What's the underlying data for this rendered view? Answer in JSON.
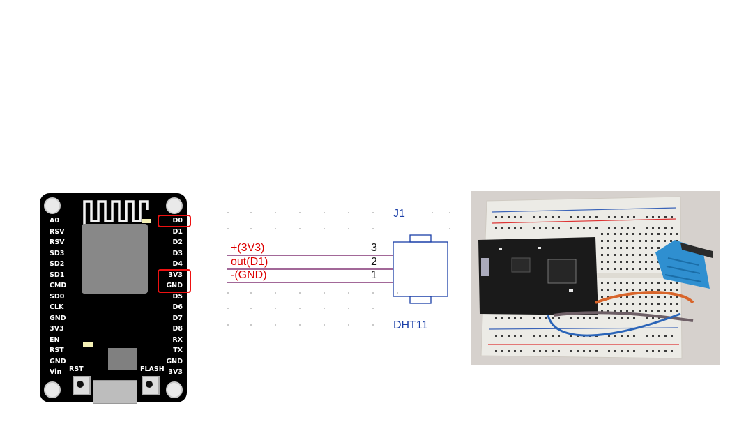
{
  "board": {
    "left_pins": [
      "A0",
      "RSV",
      "RSV",
      "SD3",
      "SD2",
      "SD1",
      "CMD",
      "SD0",
      "CLK",
      "GND",
      "3V3",
      "EN",
      "RST",
      "GND",
      "Vin"
    ],
    "right_pins": [
      "D0",
      "D1",
      "D2",
      "D3",
      "D4",
      "3V3",
      "GND",
      "D5",
      "D6",
      "D7",
      "D8",
      "RX",
      "TX",
      "GND",
      "3V3"
    ],
    "highlighted_pins": [
      "D0",
      "3V3",
      "GND"
    ],
    "buttons": {
      "rst_label": "RST",
      "flash_label": "FLASH"
    },
    "colors": {
      "board": "#000000",
      "highlight": "#e11111"
    }
  },
  "schematic": {
    "ref": "J1",
    "part": "DHT11",
    "pins": [
      {
        "label": "+(3V3)",
        "number": "3"
      },
      {
        "label": "out(D1)",
        "number": "2"
      },
      {
        "label": "-(GND)",
        "number": "1"
      }
    ],
    "colors": {
      "wire": "#6b0f5a",
      "label": "#dd0000",
      "part": "#1a3fa8"
    }
  },
  "photo": {
    "subject": "breadboard-with-nodemcu-and-dht11",
    "colors": {
      "breadboard": "#ecebe6",
      "sensor": "#2f8fd0",
      "wire_orange": "#d8652b",
      "wire_blue": "#2a64b8"
    }
  }
}
